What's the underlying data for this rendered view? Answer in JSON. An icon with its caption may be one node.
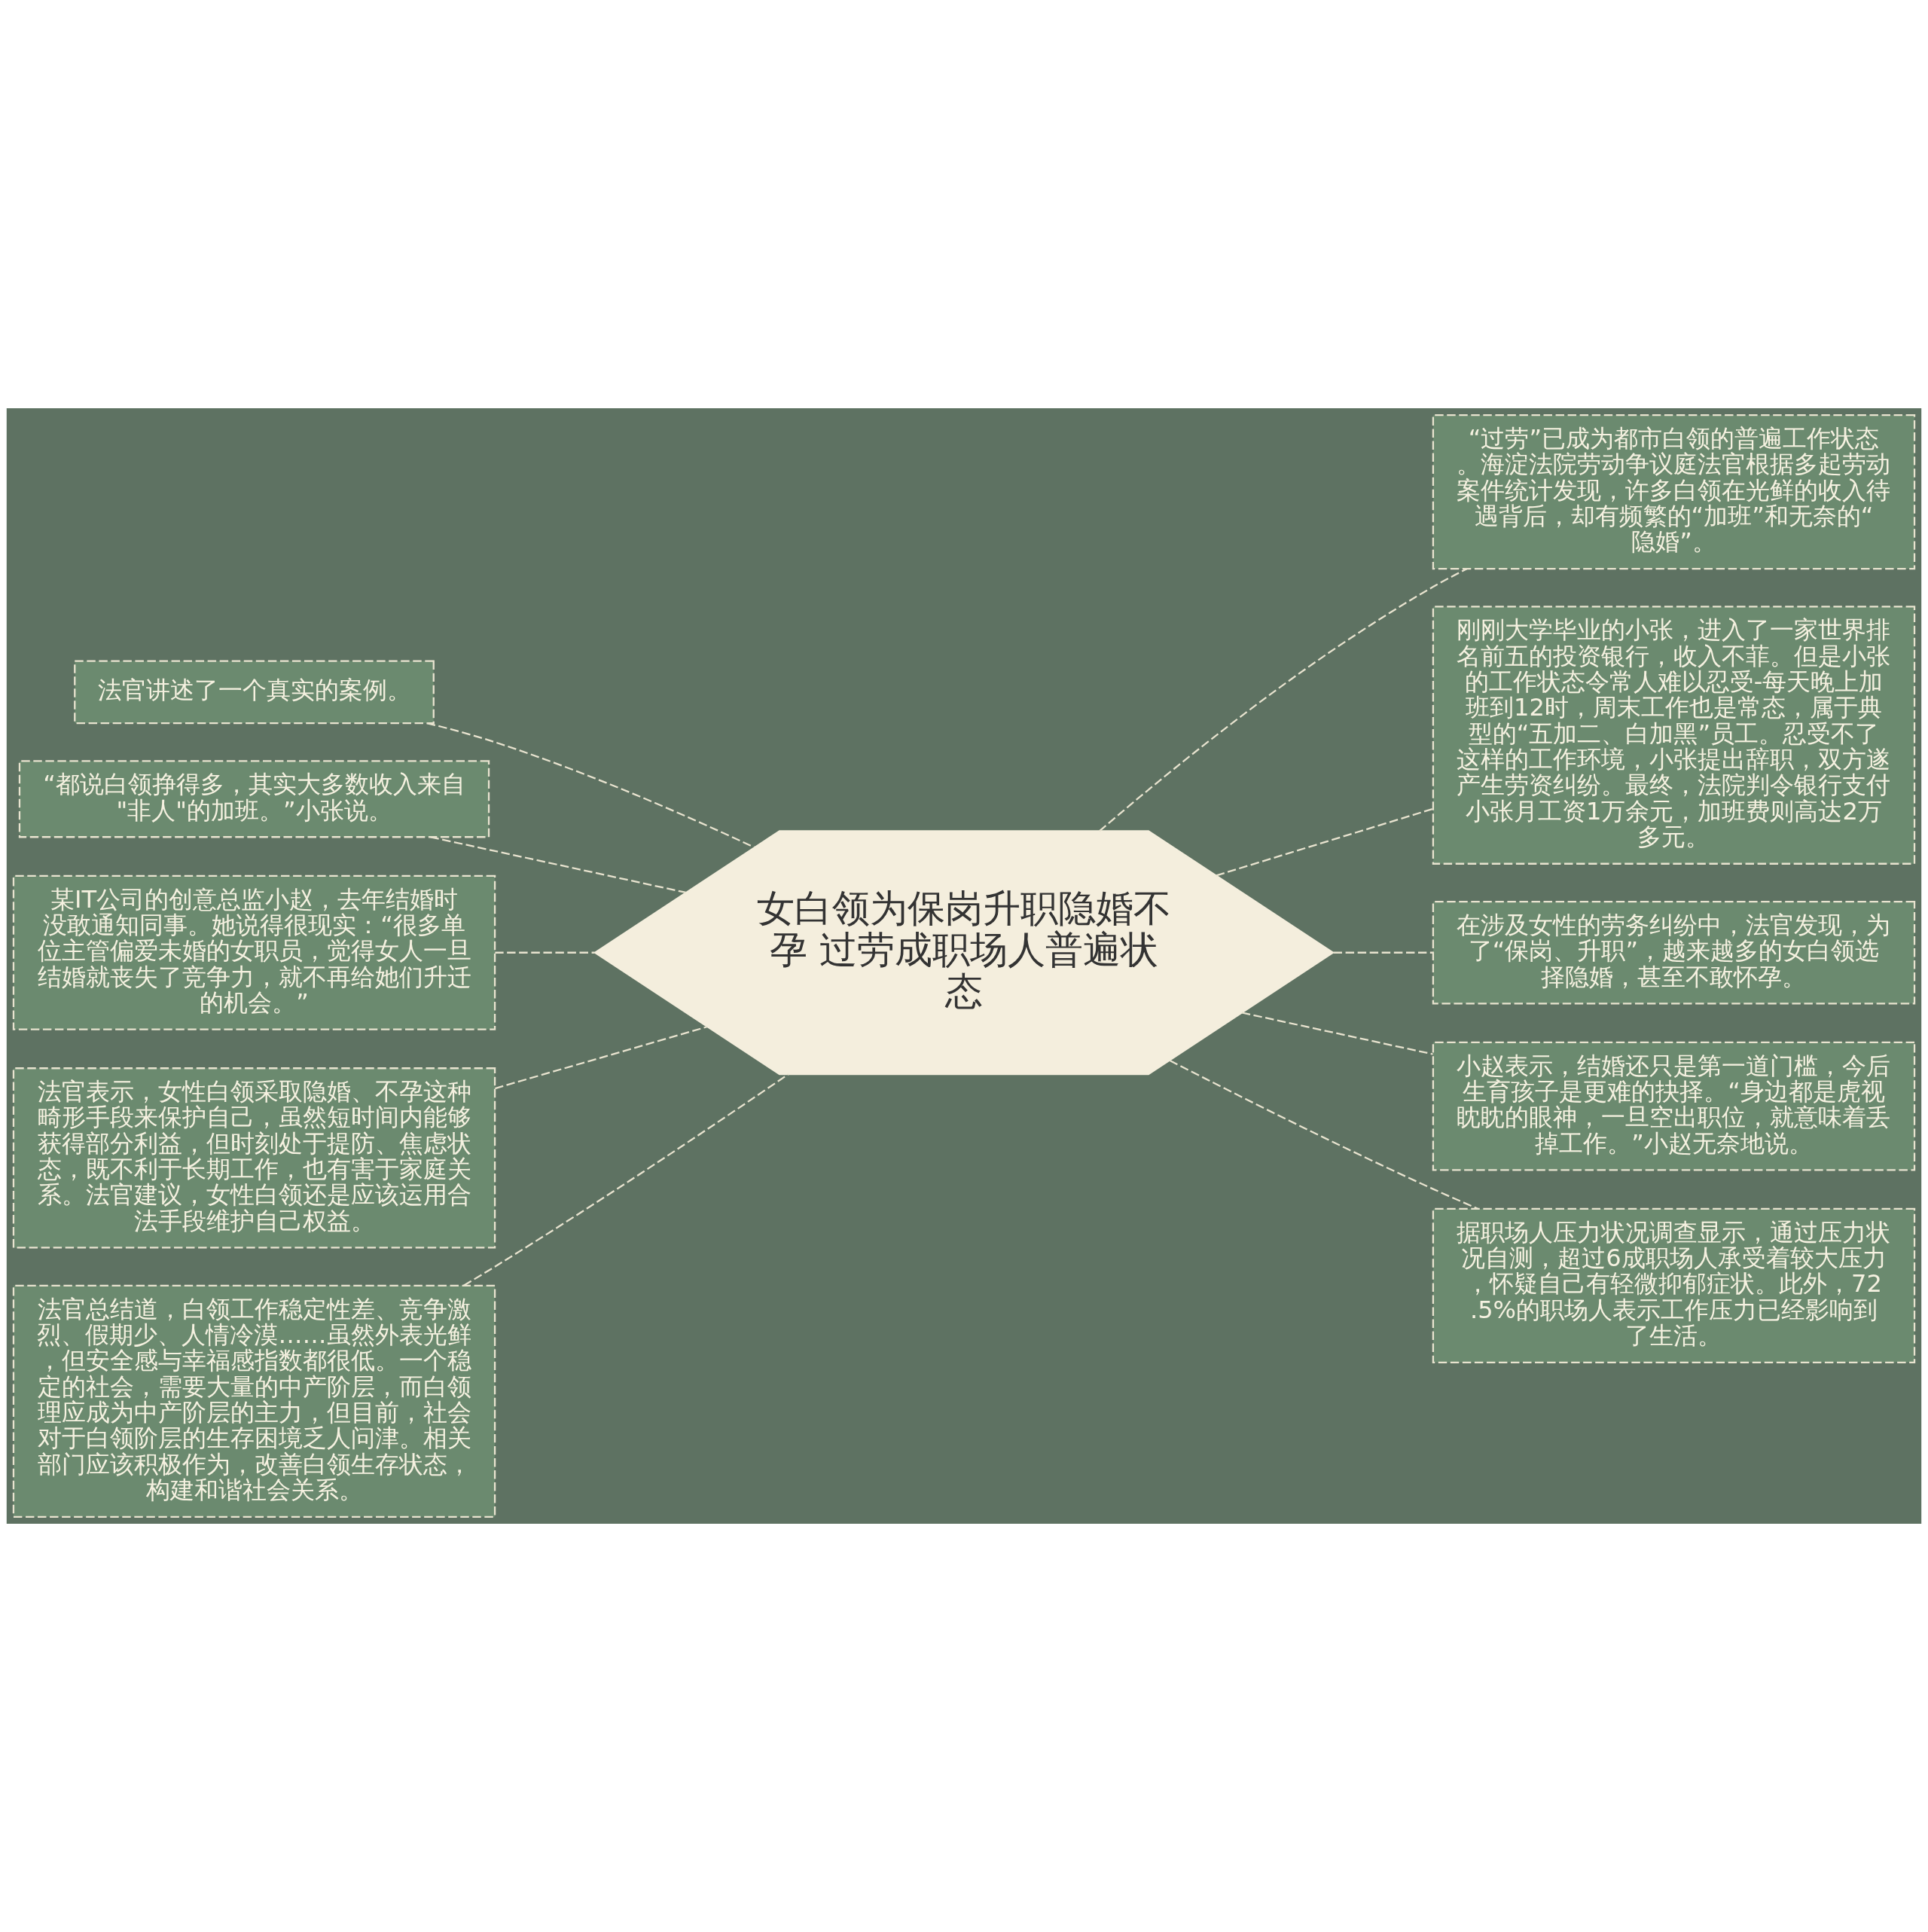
{
  "diagram": {
    "nodes": [
      {
        "text": [
          "女白领为保岗升职隐婚不孕 过劳成职场人普遍状态"
        ]
      },
      {
        "text": [
          "法官讲述了一个真实的案例。"
        ]
      },
      {
        "text": [
          "“都说白领挣得多，其实大多数收入来自\"非人\"的加班。”小张说。"
        ]
      },
      {
        "text": [
          "某IT公司的创意总监小赵，去年结婚时没敢通知同事。她说得很现实：“很多单位主管偏爱未婚的女职员，觉得女人一旦结婚就丧失了竞争力，就不再给她们升迁的机会。”"
        ]
      },
      {
        "text": [
          "法官表示，女性白领采取隐婚、不孕这种畸形手段来保护自己，虽然短时间内能够获得部分利益，但时刻处于提防、焦虑状态，既不利于长期工作，也有害于家庭关系。法官建议，女性白领还是应该运用合法手段维护自己权益。"
        ]
      },
      {
        "text": [
          "法官总结道，白领工作稳定性差、竞争激烈、假期少、人情冷漠……虽然外表光鲜，但安全感与幸福感指数都很低。一个稳定的社会，需要大量的中产阶层，而白领理应成为中产阶层的主力，但目前，社会对于白领阶层的生存困境乏人问津。相关部门应该积极作为，改善白领生存状态，构建和谐社会关系。"
        ]
      },
      {
        "text": [
          "“过劳”已成为都市白领的普遍工作状态。海淀法院劳动争议庭法官根据多起劳动案件统计发现，许多白领在光鲜的收入待遇背后，却有频繁的“加班”和无奈的“隐婚”。"
        ]
      },
      {
        "text": [
          "刚刚大学毕业的小张，进入了一家世界排名前五的投资银行，收入不菲。但是小张的工作状态令常人难以忍受-每天晚上加班到12时，周末工作也是常态，属于典型的“五加二、白加黑”员工。忍受不了这样的工作环境，小张提出辞职，双方遂产生劳资纠纷。最终，法院判令银行支付小张月工资1万余元，加班费则高达2万多元。"
        ]
      },
      {
        "text": [
          "在涉及女性的劳务纠纷中，法官发现，为了“保岗、升职”，越来越多的女白领选择隐婚，甚至不敢怀孕。"
        ]
      },
      {
        "text": [
          "小赵表示，结婚还只是第一道门槛，今后生育孩子是更难的抉择。“身边都是虎视眈眈的眼神，一旦空出职位，就意味着丢掉工作。”小赵无奈地说。"
        ]
      },
      {
        "text": [
          "据职场人压力状况调查显示，通过压力状况自测，超过6成职场人承受着较大压力，怀疑自己有轻微抑郁症状。此外，72.5%的职场人表示工作压力已经影响到了生活。"
        ]
      }
    ],
    "edges": [
      {
        "from": 0,
        "to": 1,
        "arrow": "none",
        "style": "dashed"
      },
      {
        "from": 0,
        "to": 2,
        "arrow": "none",
        "style": "dashed"
      },
      {
        "from": 0,
        "to": 3,
        "arrow": "none",
        "style": "dashed"
      },
      {
        "from": 0,
        "to": 4,
        "arrow": "none",
        "style": "dashed"
      },
      {
        "from": 0,
        "to": 5,
        "arrow": "none",
        "style": "dashed"
      },
      {
        "from": 0,
        "to": 6,
        "arrow": "none",
        "style": "dashed"
      },
      {
        "from": 0,
        "to": 7,
        "arrow": "none",
        "style": "dashed"
      },
      {
        "from": 0,
        "to": 8,
        "arrow": "none",
        "style": "dashed"
      },
      {
        "from": 0,
        "to": 9,
        "arrow": "none",
        "style": "dashed"
      },
      {
        "from": 0,
        "to": 10,
        "arrow": "none",
        "style": "dashed"
      }
    ]
  }
}
